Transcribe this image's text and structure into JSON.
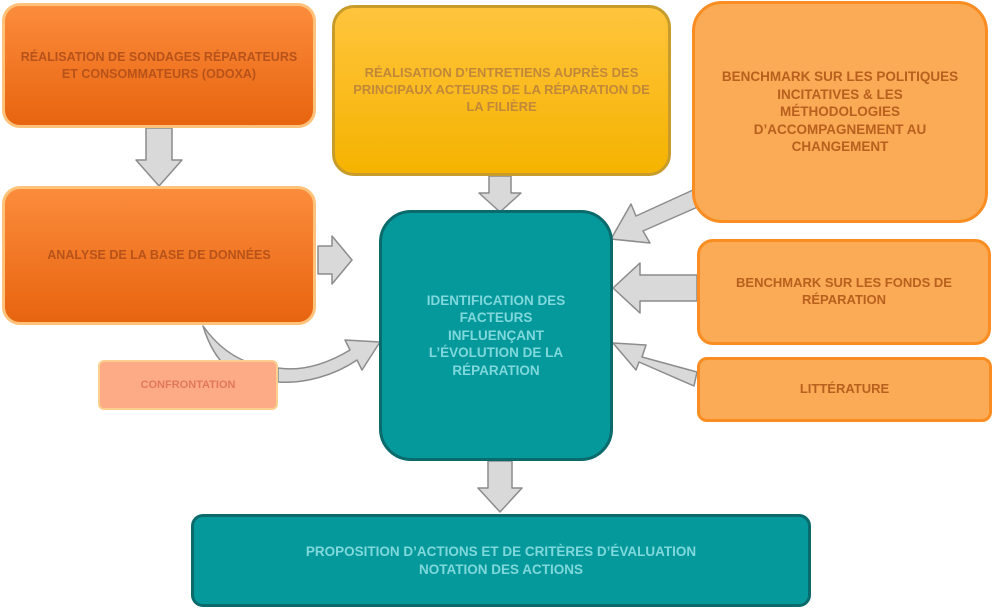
{
  "nodes": {
    "sondages": "Réalisation de sondages réparateurs et consommateurs (ODOXA)",
    "entretiens": "Réalisation d’entretiens auprès des principaux acteurs de la réparation de la filière",
    "benchmark_politiques": "Benchmark sur les politiques incitatives & les méthodologies d’accompagnement au changement",
    "analyse": "Analyse de la base de données",
    "identification": "Identification des facteurs influençant l’évolution de la réparation",
    "benchmark_fonds": "Benchmark sur les fonds de réparation",
    "confrontation": "Confrontation",
    "litterature": "Littérature",
    "proposition_line1": "Proposition d’actions et de critères d’évaluation",
    "proposition_line2": "Notation des actions"
  },
  "colors": {
    "orange_dark": "#f07424",
    "orange_light": "#fbaa55",
    "yellow": "#f7b70f",
    "teal": "#05999b",
    "salmon": "#fdab87",
    "arrow_fill": "#d9d9d9",
    "arrow_stroke": "#8c8c8c"
  }
}
